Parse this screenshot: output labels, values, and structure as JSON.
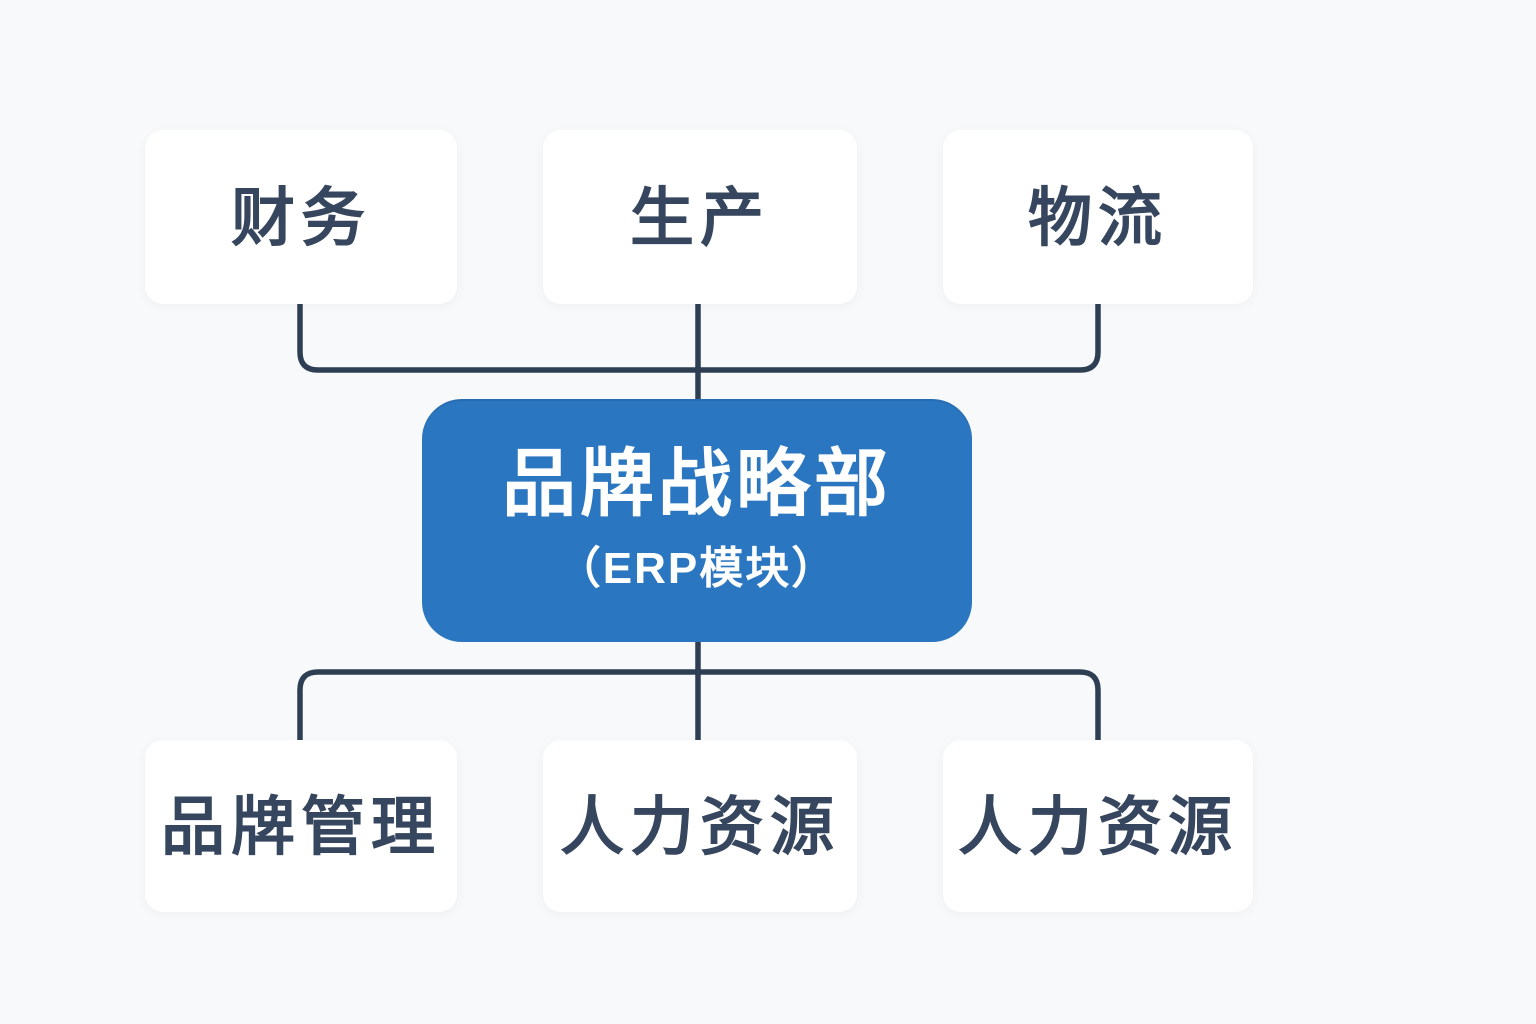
{
  "colors": {
    "background": "#f8f9fa",
    "card_background": "#ffffff",
    "line": "#2e3f53",
    "node_text": "#36465e",
    "accent_blue": "#2b76c0",
    "accent_text": "#ffffff"
  },
  "diagram": {
    "top_nodes": [
      {
        "label": "财务"
      },
      {
        "label": "生产"
      },
      {
        "label": "物流"
      }
    ],
    "center_node": {
      "title": "品牌战略部",
      "subtitle": "（ERP模块）"
    },
    "bottom_nodes": [
      {
        "label": "品牌管理"
      },
      {
        "label": "人力资源"
      },
      {
        "label": "人力资源"
      }
    ]
  }
}
